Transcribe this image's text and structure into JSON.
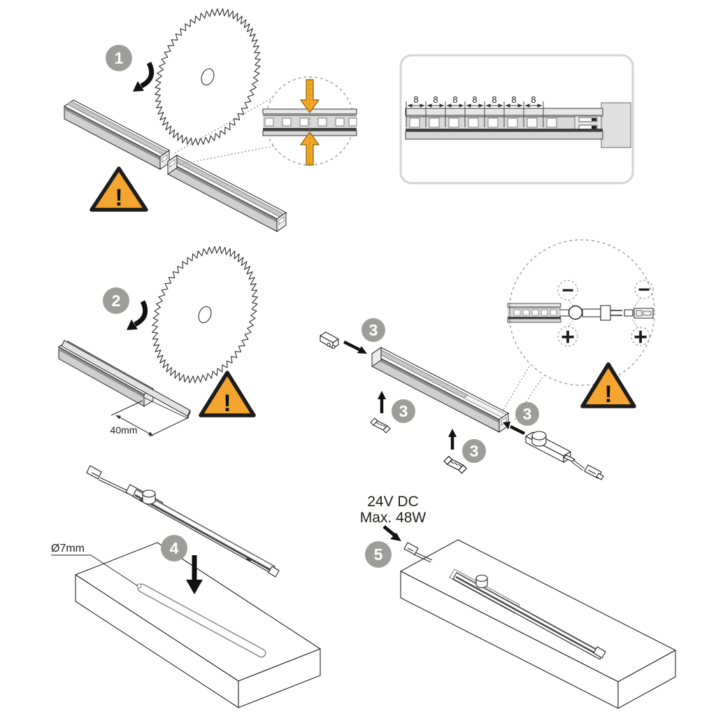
{
  "colors": {
    "background": "#ffffff",
    "line": "#231f20",
    "badge": "#9d9d9c",
    "badge_number": "#ffffff",
    "warning_fill": "#f3a52f",
    "warning_border": "#1d1d1b",
    "cut_arrow_fill": "#f5a623",
    "panel_border": "#d5d5d5"
  },
  "badges": {
    "step1": "1",
    "step2": "2",
    "step3": "3",
    "step4": "4",
    "step5": "5"
  },
  "labels": {
    "cut_length": "40mm",
    "hole_diameter": "Ø7mm",
    "power_line1": "24V DC",
    "power_line2": "Max. 48W"
  },
  "pitch_panel": {
    "labels": [
      "8",
      "8",
      "8",
      "8",
      "8",
      "8",
      "8"
    ]
  },
  "polarity": {
    "minus": "−",
    "plus": "+"
  },
  "warning": {
    "symbol": "!"
  }
}
